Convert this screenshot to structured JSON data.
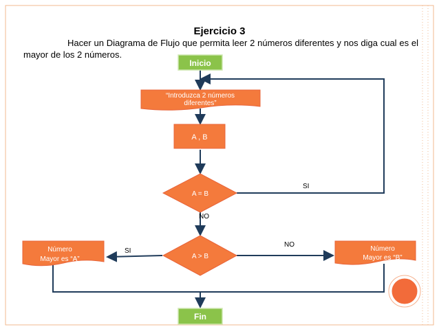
{
  "title": "Ejercicio 3",
  "description": "Hacer un Diagrama de Flujo que permita leer 2 números diferentes y nos diga cual es el mayor de los 2 números.",
  "flow": {
    "start": "Inicio",
    "input_line1": "“Introduzca 2 números",
    "input_line2": "diferentes”",
    "process": "A , B",
    "decision1": "A  = B",
    "decision1_yes": "SI",
    "decision1_no": "NO",
    "decision2": "A  > B",
    "decision2_yes": "SI",
    "decision2_no": "NO",
    "out_a_line1": "Número",
    "out_a_line2": "Mayor es “A”",
    "out_b_line1": "Número",
    "out_b_line2": "Mayor es “B”",
    "end": "Fin"
  },
  "colors": {
    "shape_fill": "#f47a3c",
    "terminal_fill": "#8bc34a",
    "border": "#e8643a",
    "accent_circle": "#f26b3a",
    "connector": "#1f3b5a"
  }
}
